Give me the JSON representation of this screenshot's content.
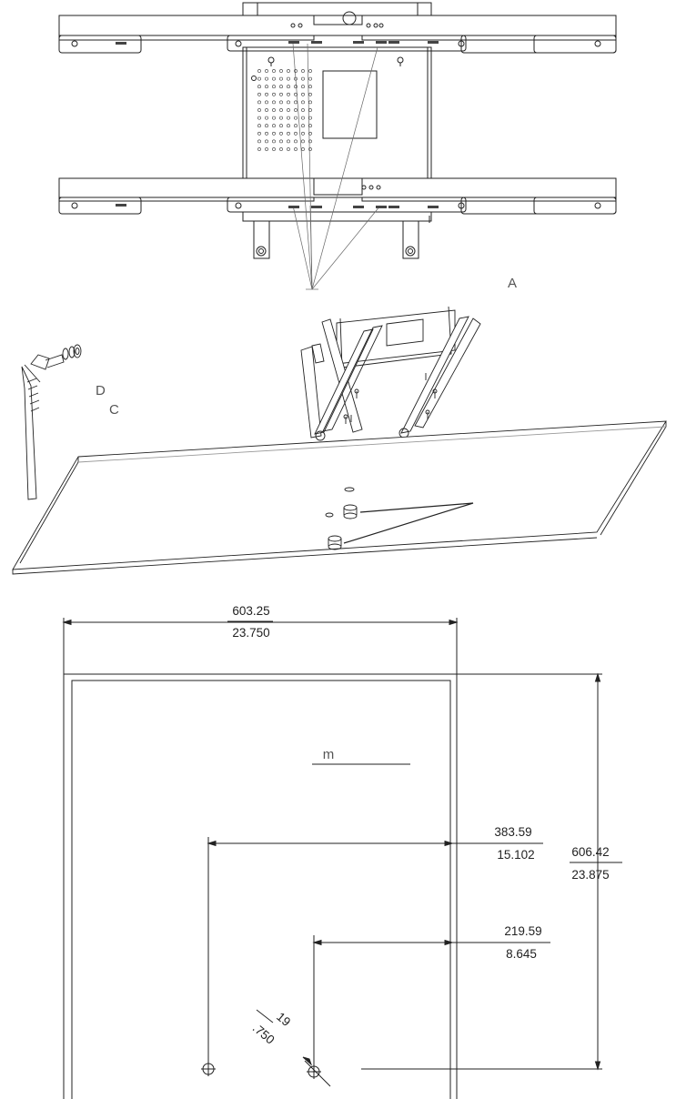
{
  "callouts": {
    "a": "A",
    "c": "C",
    "d": "D",
    "m": "m"
  },
  "dimensions": {
    "overall_width": {
      "mm": "603.25",
      "in": "23.750"
    },
    "overall_height": {
      "mm": "606.42",
      "in": "23.875"
    },
    "hole_a_offset": {
      "mm": "383.59",
      "in": "15.102"
    },
    "hole_b_offset": {
      "mm": "219.59",
      "in": "8.645"
    },
    "hole_diameter": {
      "mm": "19",
      "in": ".750"
    }
  },
  "colors": {
    "line": "#222222",
    "light_line": "#888888",
    "callout": "#555555"
  }
}
